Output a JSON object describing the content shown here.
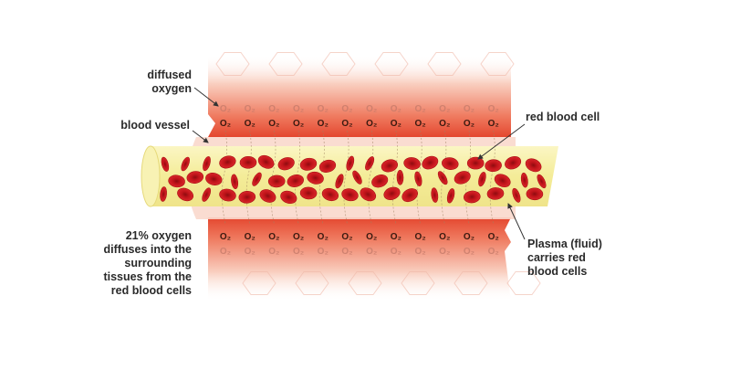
{
  "labels": {
    "diffused_oxygen": [
      "diffused",
      "oxygen"
    ],
    "blood_vessel": "blood vessel",
    "red_blood_cell": "red blood cell",
    "oxygen_diffuses": [
      "21% oxygen",
      "diffuses into the",
      "surrounding",
      "tissues from the",
      "red blood cells"
    ],
    "plasma": [
      "Plasma (fluid)",
      "carries red",
      "blood cells"
    ]
  },
  "o2_label": "O₂",
  "colors": {
    "tissue": "#e8553c",
    "tissue_light": "#f7c4b4",
    "plasma": "#f6f0a0",
    "vessel_wall": "#f9d8cc",
    "red_cell": "#c8141c"
  }
}
